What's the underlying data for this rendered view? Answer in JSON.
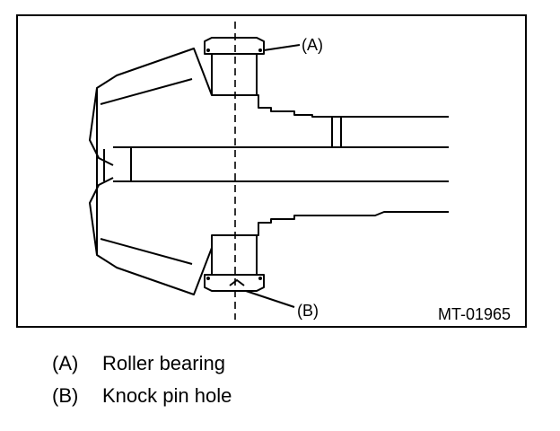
{
  "figure": {
    "id": "MT-01965",
    "callouts": [
      {
        "key": "(A)"
      },
      {
        "key": "(B)"
      }
    ]
  },
  "legend": [
    {
      "key": "(A)",
      "text": "Roller bearing"
    },
    {
      "key": "(B)",
      "text": "Knock pin hole"
    }
  ]
}
